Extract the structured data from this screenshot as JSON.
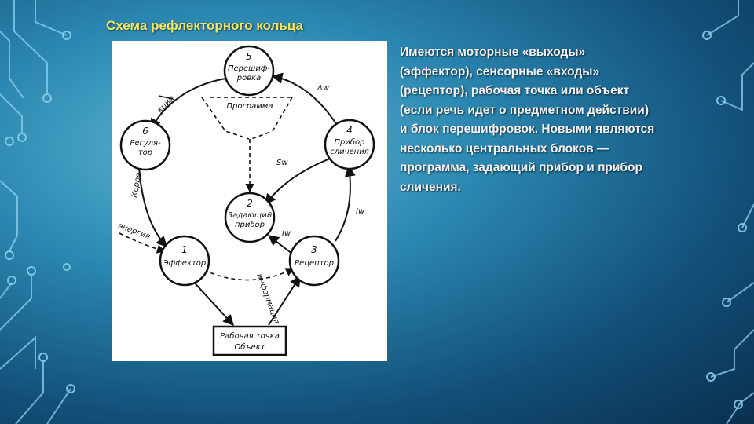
{
  "title": "Схема рефлекторного кольца",
  "body_text": "Имеются моторные «выходы» (эффектор), сенсорные «входы» (рецептор), рабочая точка или объект (если речь идет о предметном действии) и блок перешифровок. Новыми являются несколько центральных блоков — программа, задающий прибор и прибор сличения.",
  "diagram": {
    "nodes": [
      {
        "num": "5",
        "line1": "Перешиф-",
        "line2": "ровка"
      },
      {
        "num": "6",
        "line1": "Регуля-",
        "line2": "тор"
      },
      {
        "num": "4",
        "line1": "Прибор",
        "line2": "сличения"
      },
      {
        "num": "2",
        "line1": "Задающий",
        "line2": "прибор"
      },
      {
        "num": "1",
        "line1": "Эффектор",
        "line2": ""
      },
      {
        "num": "3",
        "line1": "Рецептор",
        "line2": ""
      }
    ],
    "program_label": "Программа",
    "object_line1": "Рабочая точка",
    "object_line2": "Объект",
    "labels": {
      "dw": "Δw",
      "sw": "Sw",
      "iw_right": "Iw",
      "iw_center": "Iw",
      "korr_top": "кции",
      "korr_left": "Корре",
      "energy": "энергия",
      "information": "информация"
    }
  },
  "colors": {
    "title": "#f5e663",
    "text": "#f2f2f2",
    "background": "#2a86b0"
  }
}
